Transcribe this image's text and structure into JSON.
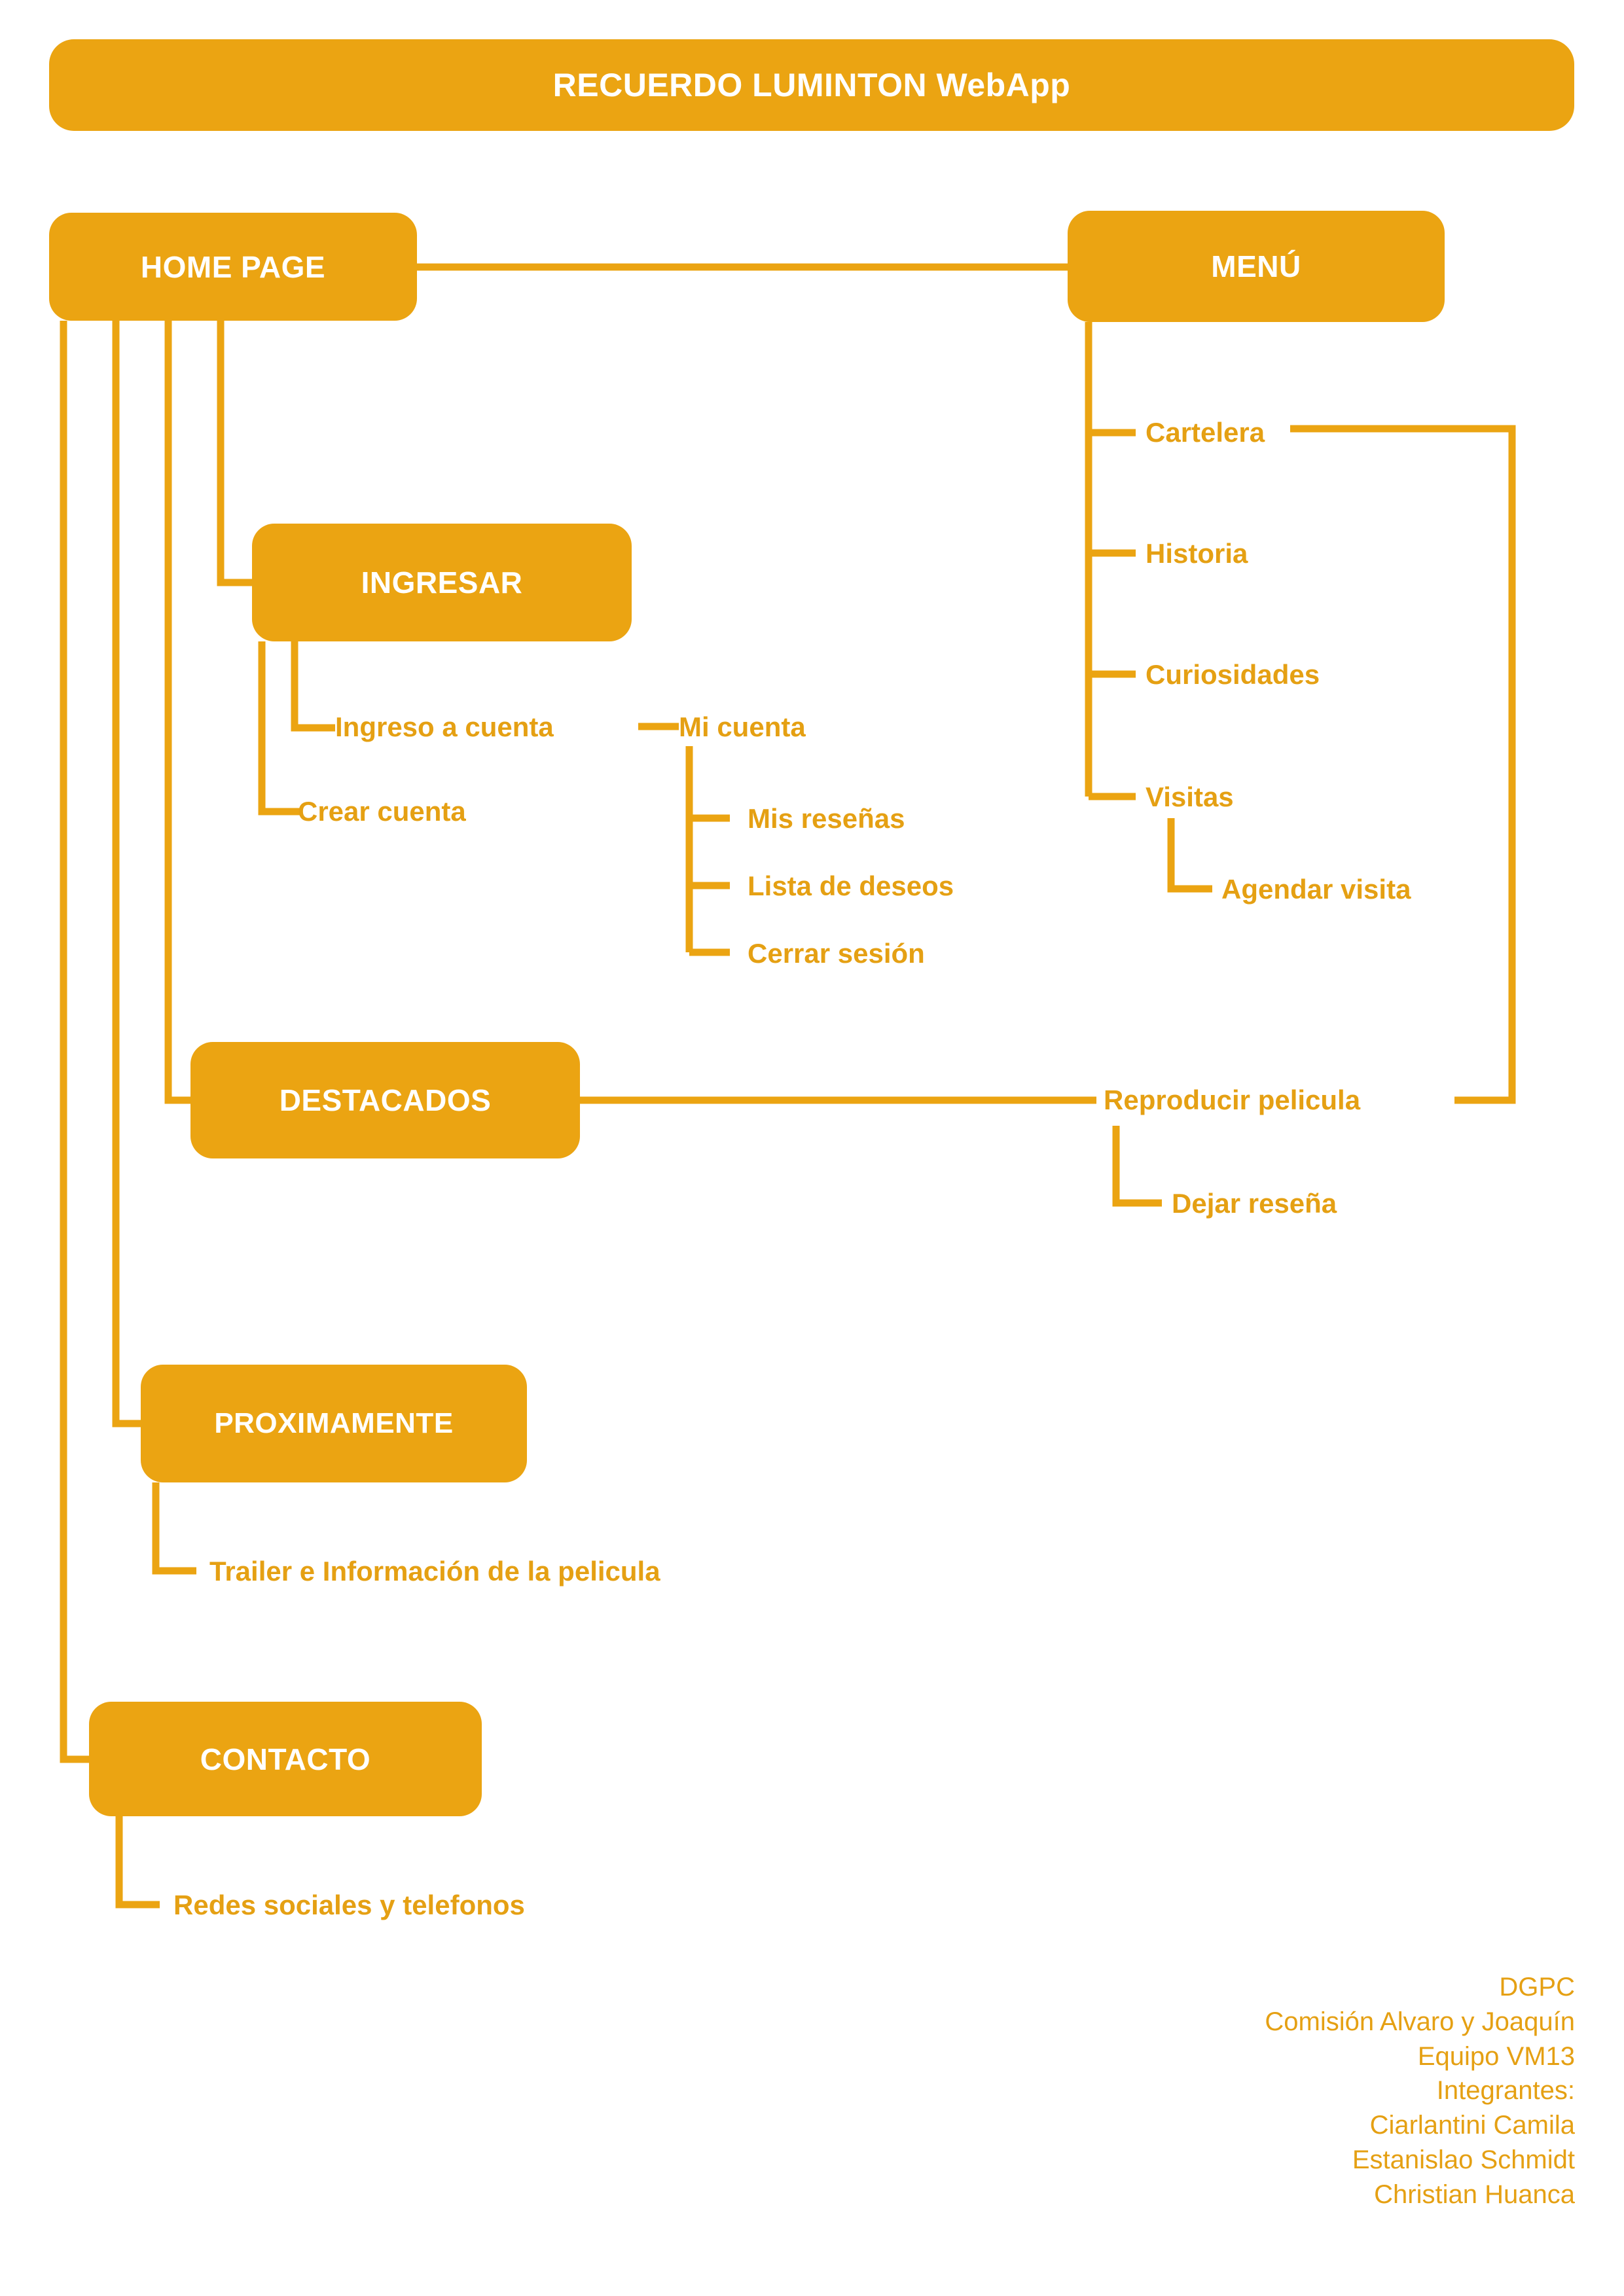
{
  "theme": {
    "accent": "#EBA412",
    "leaf_text": "#E5A013",
    "node_text": "#FFFFFF",
    "background": "#FFFFFF"
  },
  "title": {
    "text": "RECUERDO LUMINTON WebApp"
  },
  "nodes": {
    "home": "HOME PAGE",
    "menu": "MENÚ",
    "ingresar": "INGRESAR",
    "destacados": "DESTACADOS",
    "proximamente": "PROXIMAMENTE",
    "contacto": "CONTACTO"
  },
  "leaves": {
    "cartelera": "Cartelera",
    "historia": "Historia",
    "curiosidades": "Curiosidades",
    "visitas": "Visitas",
    "agendar_visita": "Agendar visita",
    "ingreso_a_cuenta": "Ingreso a cuenta",
    "mi_cuenta": "Mi cuenta",
    "crear_cuenta": "Crear cuenta",
    "mis_resenas": "Mis reseñas",
    "lista_de_deseos": "Lista de deseos",
    "cerrar_sesion": "Cerrar sesión",
    "reproducir_pelicula": "Reproducir pelicula",
    "dejar_resena": "Dejar reseña",
    "trailer_info": "Trailer e Información de la pelicula",
    "redes_sociales": "Redes sociales y telefonos"
  },
  "credits": {
    "line1": "DGPC",
    "line2": "Comisión Alvaro y Joaquín",
    "line3": "Equipo VM13",
    "line4": "Integrantes:",
    "line5": "Ciarlantini Camila",
    "line6": "Estanislao Schmidt",
    "line7": "Christian Huanca"
  },
  "sitemap": {
    "type": "tree",
    "root": "RECUERDO LUMINTON WebApp",
    "branches": [
      {
        "label": "HOME PAGE",
        "children": [
          {
            "label": "MENÚ",
            "children": [
              {
                "label": "Cartelera",
                "children": []
              },
              {
                "label": "Historia",
                "children": []
              },
              {
                "label": "Curiosidades",
                "children": []
              },
              {
                "label": "Visitas",
                "children": [
                  {
                    "label": "Agendar visita",
                    "children": []
                  }
                ]
              }
            ]
          },
          {
            "label": "INGRESAR",
            "children": [
              {
                "label": "Ingreso a cuenta",
                "children": [
                  {
                    "label": "Mi cuenta",
                    "children": [
                      {
                        "label": "Mis reseñas",
                        "children": []
                      },
                      {
                        "label": "Lista de deseos",
                        "children": []
                      },
                      {
                        "label": "Cerrar sesión",
                        "children": []
                      }
                    ]
                  }
                ]
              },
              {
                "label": "Crear cuenta",
                "children": []
              }
            ]
          },
          {
            "label": "DESTACADOS",
            "children": [
              {
                "label": "Reproducir pelicula",
                "children": [
                  {
                    "label": "Dejar reseña",
                    "children": []
                  }
                ]
              }
            ]
          },
          {
            "label": "PROXIMAMENTE",
            "children": [
              {
                "label": "Trailer e Información de la pelicula",
                "children": []
              }
            ]
          },
          {
            "label": "CONTACTO",
            "children": [
              {
                "label": "Redes sociales y telefonos",
                "children": []
              }
            ]
          }
        ]
      }
    ]
  }
}
